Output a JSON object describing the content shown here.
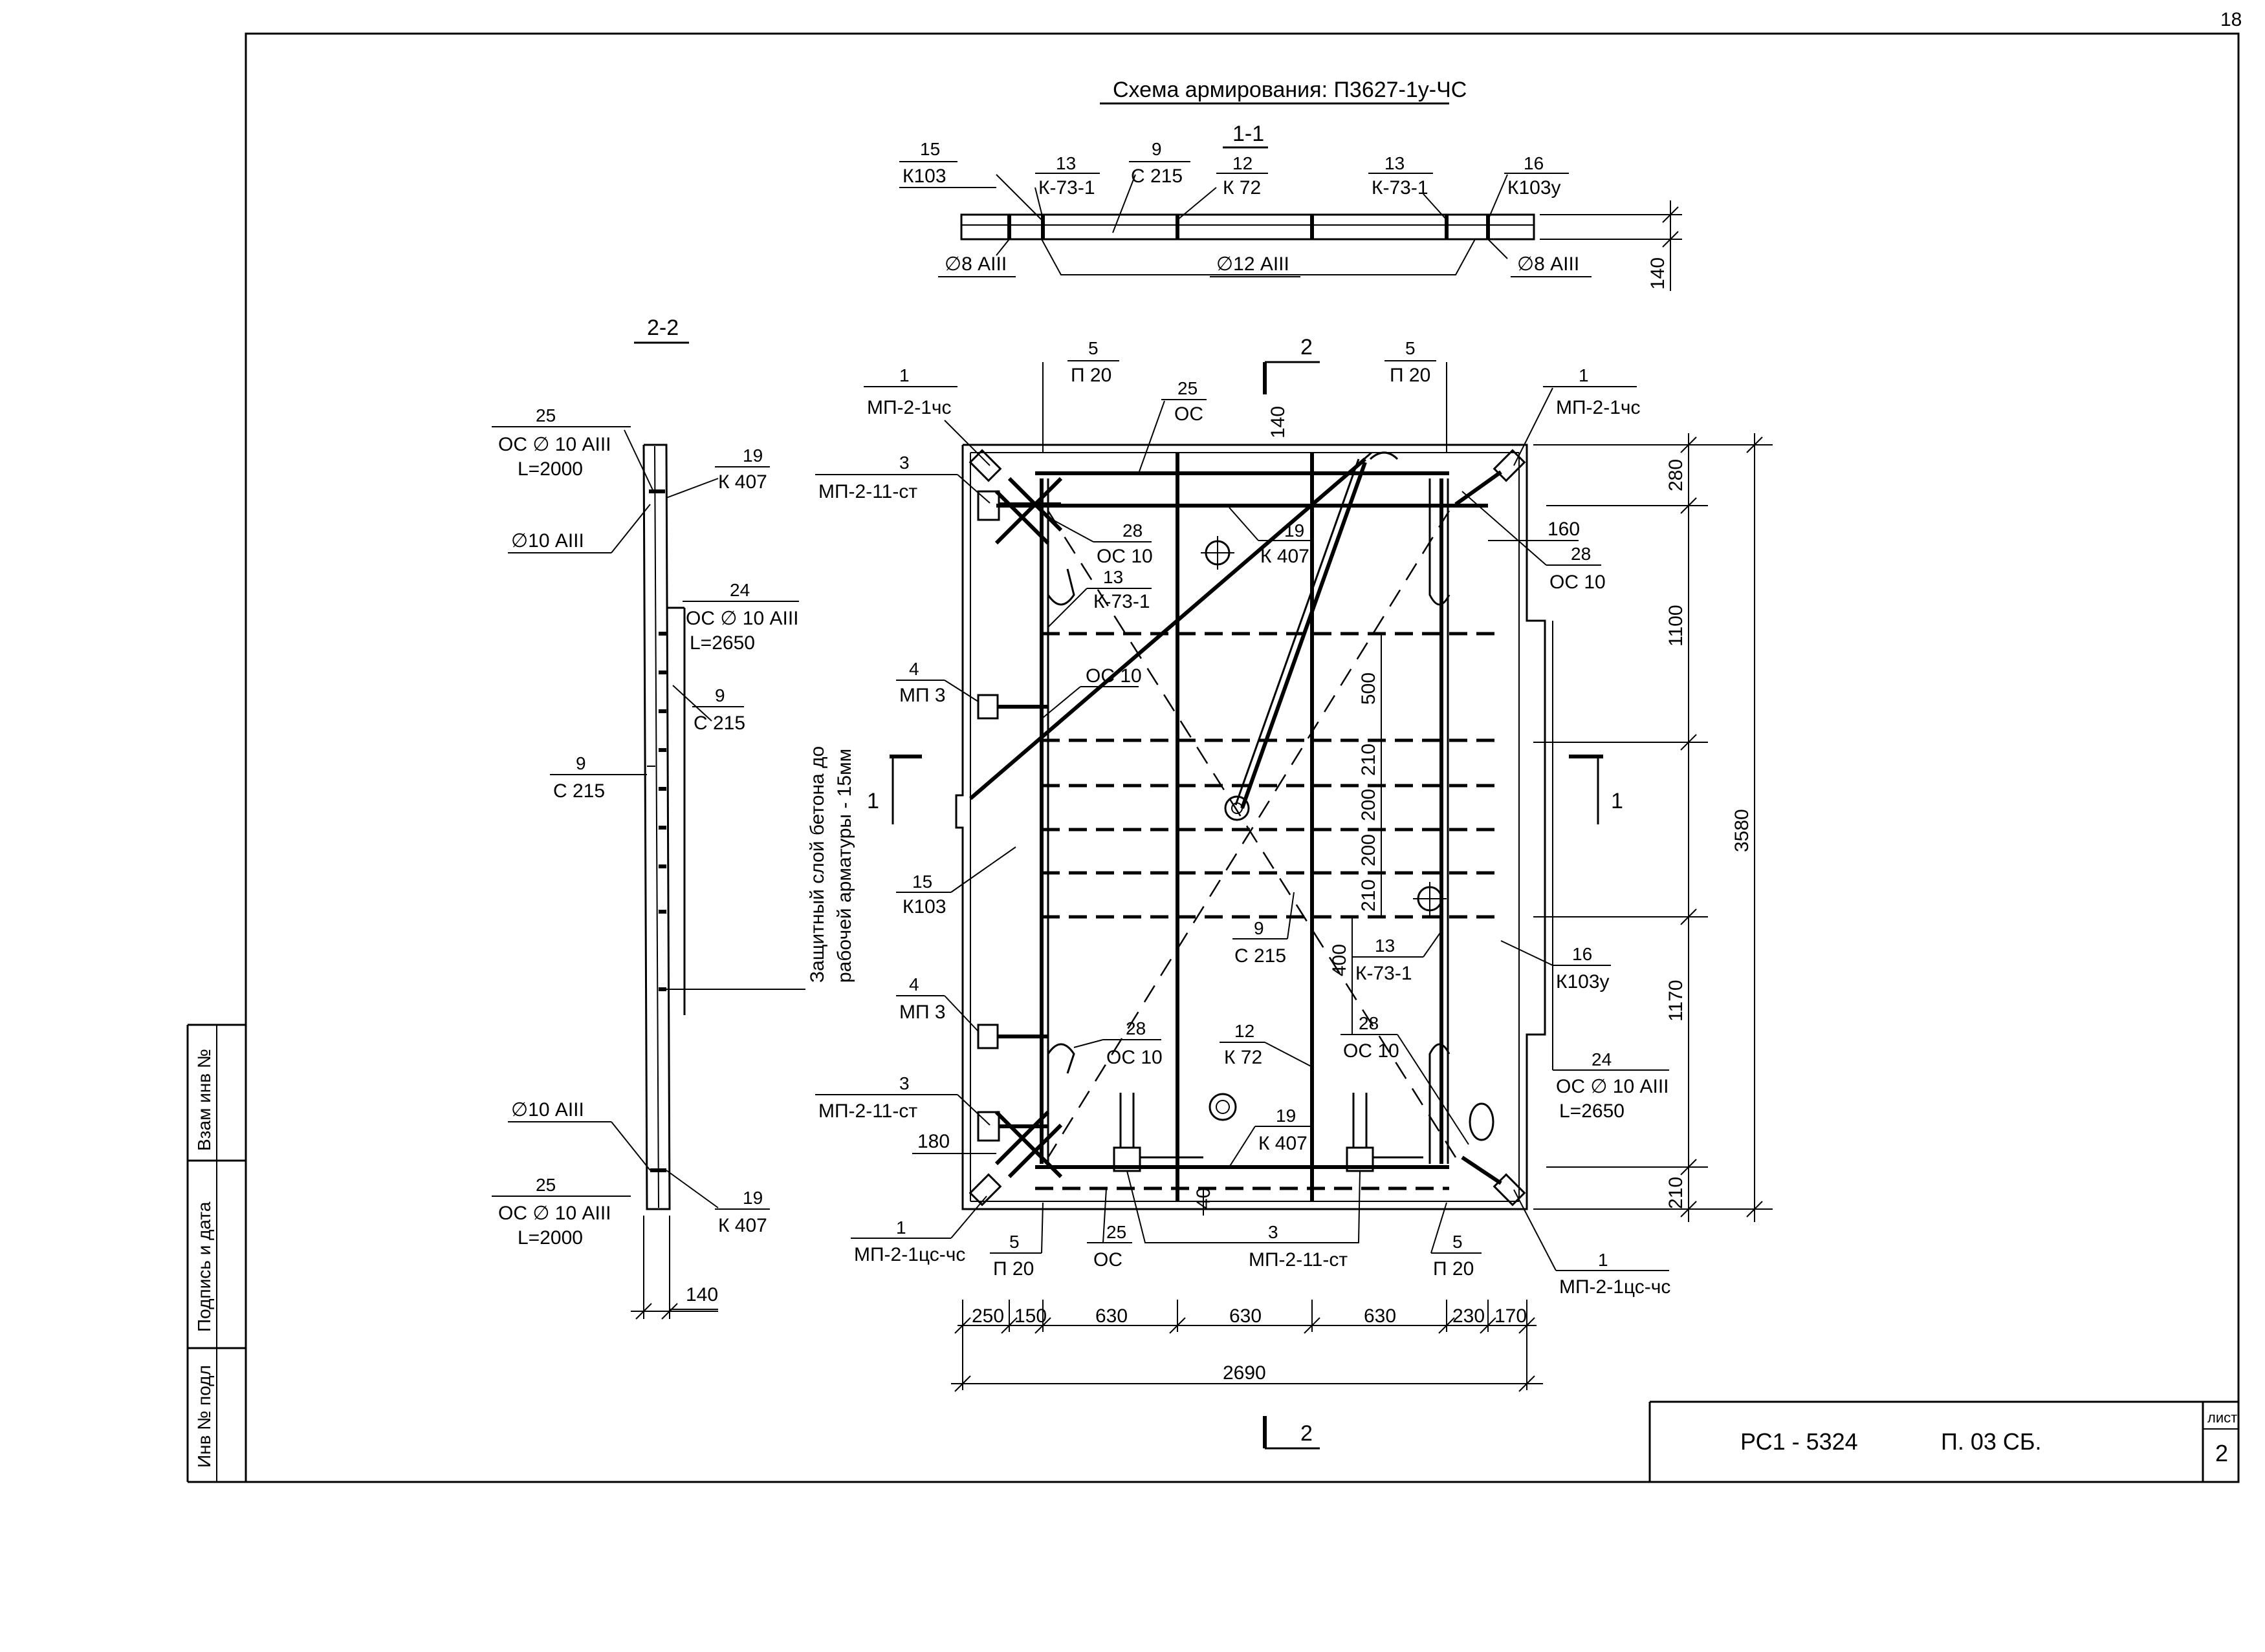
{
  "sheet_mark": "18",
  "title": "Схема армирования: П3627-1у-ЧС",
  "section_1_1": {
    "heading": "1-1",
    "labels": [
      {
        "num": "15",
        "text": "К103"
      },
      {
        "num": "13",
        "text": "К-73-1"
      },
      {
        "num": "9",
        "text": "С 215"
      },
      {
        "num": "12",
        "text": "К 72"
      },
      {
        "num": "13",
        "text": "К-73-1"
      },
      {
        "num": "16",
        "text": "К103у"
      }
    ],
    "bottom_labels": [
      "∅8 АIII",
      "∅12 АIII",
      "∅8 АIII"
    ],
    "height_dim": "140"
  },
  "section_2_2": {
    "heading": "2-2",
    "top_label": {
      "num": "25",
      "line1": "ОС ∅ 10 АIII",
      "line2": "L=2000"
    },
    "top_right": {
      "num": "19",
      "text": "К 407"
    },
    "phi_top": "∅10 АIII",
    "mid_label": {
      "num": "24",
      "line1": "ОС ∅ 10 АIII",
      "line2": "L=2650"
    },
    "c215_right": {
      "num": "9",
      "text": "С 215"
    },
    "c215_left": {
      "num": "9",
      "text": "С 215"
    },
    "phi_bottom": "∅10 АIII",
    "bottom_label": {
      "num": "25",
      "line1": "ОС ∅ 10 АIII",
      "line2": "L=2000"
    },
    "bottom_right": {
      "num": "19",
      "text": "К 407"
    },
    "width_dim": "140",
    "cover_note_1": "Защитный слой бетона до",
    "cover_note_2": "рабочей арматуры - 15мм"
  },
  "plan": {
    "top_labels": [
      {
        "num": "1",
        "text": "МП-2-1чс"
      },
      {
        "num": "5",
        "text": "П 20"
      },
      {
        "num": "25",
        "text": "ОС"
      },
      {
        "num": "5",
        "text": "П 20"
      },
      {
        "num": "1",
        "text": "МП-2-1чс"
      }
    ],
    "section_mark_2": "2",
    "section_mark_1": "1",
    "dim_140_top": "140",
    "left_labels": [
      {
        "num": "3",
        "text": "МП-2-11-ст"
      },
      {
        "num": "28",
        "text": "ОС 10"
      },
      {
        "num": "13",
        "text": "К-73-1"
      },
      {
        "num": "4",
        "text": "МП 3"
      },
      {
        "num": "15",
        "text": "К103"
      },
      {
        "num": "4",
        "text": "МП 3"
      },
      {
        "num": "3",
        "text": "МП-2-11-ст"
      },
      {
        "num": "1",
        "text": "МП-2-1цс-чс"
      }
    ],
    "inner_labels": [
      {
        "num": "19",
        "text": "К 407"
      },
      {
        "num": "",
        "text": "ОС 10"
      },
      {
        "num": "9",
        "text": "С 215"
      },
      {
        "num": "13",
        "text": "К-73-1"
      },
      {
        "num": "28",
        "text": "ОС 10"
      },
      {
        "num": "12",
        "text": "К 72"
      },
      {
        "num": "28",
        "text": "ОС 10"
      },
      {
        "num": "19",
        "text": "К 407"
      }
    ],
    "right_labels": [
      {
        "num": "28",
        "text": "ОС 10"
      },
      {
        "num": "16",
        "text": "К103у"
      },
      {
        "num": "24",
        "line1": "ОС ∅ 10 АIII",
        "line2": "L=2650"
      },
      {
        "num": "1",
        "text": "МП-2-1цс-чс"
      }
    ],
    "bottom_labels": [
      {
        "num": "5",
        "text": "П 20"
      },
      {
        "num": "25",
        "text": "ОС"
      },
      {
        "num": "3",
        "text": "МП-2-11-ст"
      },
      {
        "num": "5",
        "text": "П 20"
      }
    ],
    "inner_dims": [
      "500",
      "210",
      "200",
      "200",
      "210",
      "400",
      "40"
    ],
    "dim_160": "160",
    "dim_180": "180",
    "right_dims": [
      "280",
      "1100",
      "1170",
      "210"
    ],
    "overall_height": "3580",
    "bottom_dims": [
      "250",
      "150",
      "630",
      "630",
      "630",
      "230",
      "170"
    ],
    "overall_width": "2690"
  },
  "side_stamp": {
    "col1": "Взам инв №",
    "col2": "Подпись и дата",
    "col3": "Инв № подл"
  },
  "title_block": {
    "code": "РС1 - 5324",
    "doc": "П. 03 СБ.",
    "sheet_label": "лист",
    "sheet_no": "2"
  }
}
